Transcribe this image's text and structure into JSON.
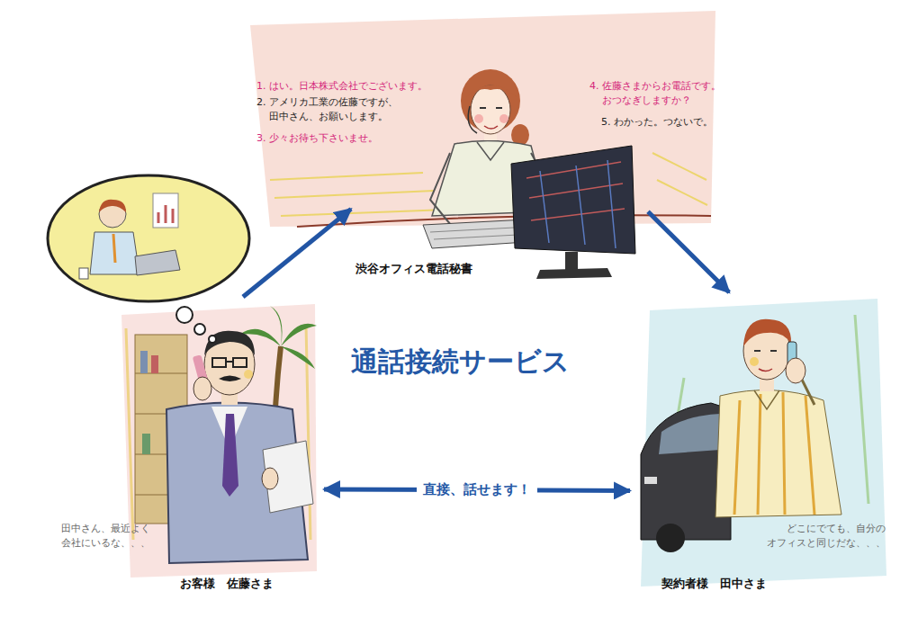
{
  "diagram": {
    "title": "通話接続サービス",
    "nodes": [
      {
        "text": [
          "渋谷オフィス電話秘書"
        ]
      },
      {
        "text": [
          "田中さん、最近よく 会社にいるな、、、",
          "お客様　佐藤さま"
        ]
      },
      {
        "text": [
          "どこにでても、自分の オフィスと同じだな、、、",
          "契約者様　田中さま"
        ]
      }
    ],
    "edges": [
      {
        "from": 1,
        "to": 0,
        "arrow": "to"
      },
      {
        "from": 0,
        "to": 2,
        "arrow": "to"
      },
      {
        "from": 1,
        "to": 2,
        "label": "直接、話せます！",
        "arrow": "both"
      }
    ],
    "labels": [
      "1. はい。日本株式会社でございます。",
      "2. アメリカ工業の佐藤ですが、 田中さん、お願いします。",
      "3. 少々お待ち下さいませ。",
      "4. 佐藤さまからお電話です。 おつなぎしますか？",
      "5. わかった。つないで。"
    ]
  }
}
